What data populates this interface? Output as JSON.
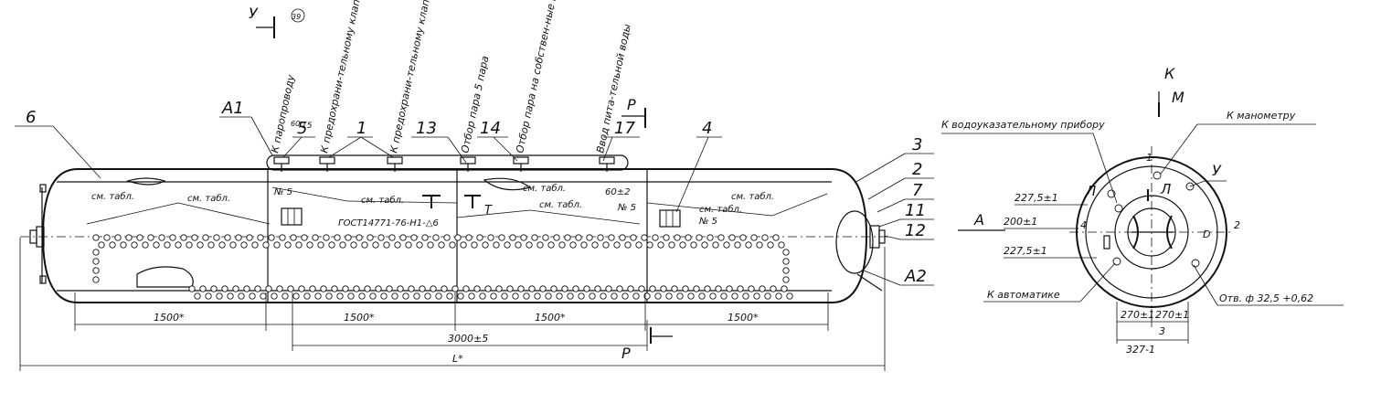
{
  "callouts": {
    "n1": "1",
    "n2": "2",
    "n3": "3",
    "n4": "4",
    "n5": "5",
    "n6": "6",
    "n7": "7",
    "n11": "11",
    "n12": "12",
    "n13": "13",
    "n14": "14",
    "n17": "17",
    "a1": "A1",
    "a2": "A2"
  },
  "section_marks": {
    "u": "У",
    "p": "Р",
    "k": "К",
    "m": "М",
    "t": "Т",
    "l": "Л",
    "a": "А"
  },
  "nozzle_labels": [
    "К паропроводу",
    "К предохрани-тельному клапану",
    "К предохрани-тельному клапану",
    "Отбор пара 5 пара",
    "Отбор пара на собствен-ные нужды",
    "Ввод пита-тельной воды"
  ],
  "notes": {
    "sm_tabl": "см. табл.",
    "num5": "№ 5",
    "gost": "ГОСТ14771-76-Н1-△6",
    "weld60": "60±2",
    "small15": "15",
    "detail_ref": "39",
    "ref60": "60"
  },
  "dimensions": {
    "d1500": "1500*",
    "d3000": "3000±5",
    "dL": "L*",
    "d227": "227,5±1",
    "d200": "200±1",
    "d270": "270±1",
    "d327": "327-1",
    "d3": "3"
  },
  "end_view": {
    "to_water_gauge": "К водоуказательному прибору",
    "to_manometer": "К манометру",
    "to_automatics": "К автоматике",
    "bore": "Отв. ф 32,5 +0,62",
    "pos1": "1",
    "pos2": "2",
    "posD": "D",
    "pos4": "4"
  }
}
